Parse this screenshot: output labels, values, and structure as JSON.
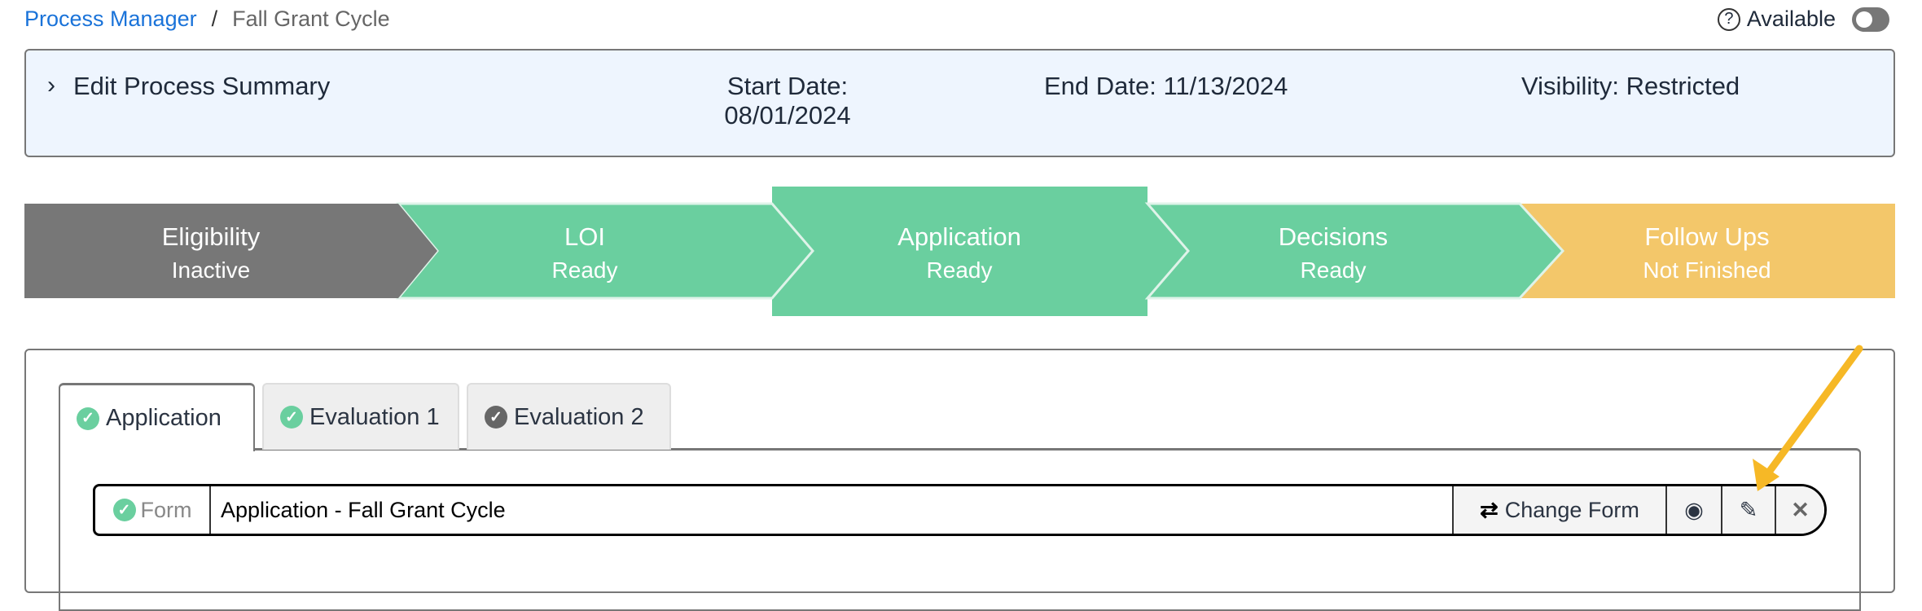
{
  "breadcrumb": {
    "parent": "Process Manager",
    "separator": "/",
    "current": "Fall Grant Cycle"
  },
  "availability": {
    "label": "Available",
    "help_icon": "question-circle-icon",
    "enabled": false
  },
  "summary": {
    "toggle_label": "Edit Process Summary",
    "start_label": "Start Date:",
    "start_value": "08/01/2024",
    "end": "End Date: 11/13/2024",
    "visibility": "Visibility: Restricted"
  },
  "stages": [
    {
      "title": "Eligibility",
      "status": "Inactive",
      "color": "#777777"
    },
    {
      "title": "LOI",
      "status": "Ready",
      "color": "#6acf9f"
    },
    {
      "title": "Application",
      "status": "Ready",
      "color": "#6acf9f",
      "selected": true
    },
    {
      "title": "Decisions",
      "status": "Ready",
      "color": "#6acf9f"
    },
    {
      "title": "Follow Ups",
      "status": "Not Finished",
      "color": "#f3c76a"
    }
  ],
  "tabs": [
    {
      "label": "Application",
      "complete": true,
      "active": true
    },
    {
      "label": "Evaluation 1",
      "complete": true
    },
    {
      "label": "Evaluation 2",
      "complete": false
    }
  ],
  "form": {
    "label": "Form",
    "value": "Application - Fall Grant Cycle",
    "change_label": "Change Form",
    "icons": [
      "exchange-icon",
      "eye-icon",
      "pencil-icon",
      "close-icon"
    ]
  },
  "annotation": {
    "arrow_color": "#f6b826"
  }
}
